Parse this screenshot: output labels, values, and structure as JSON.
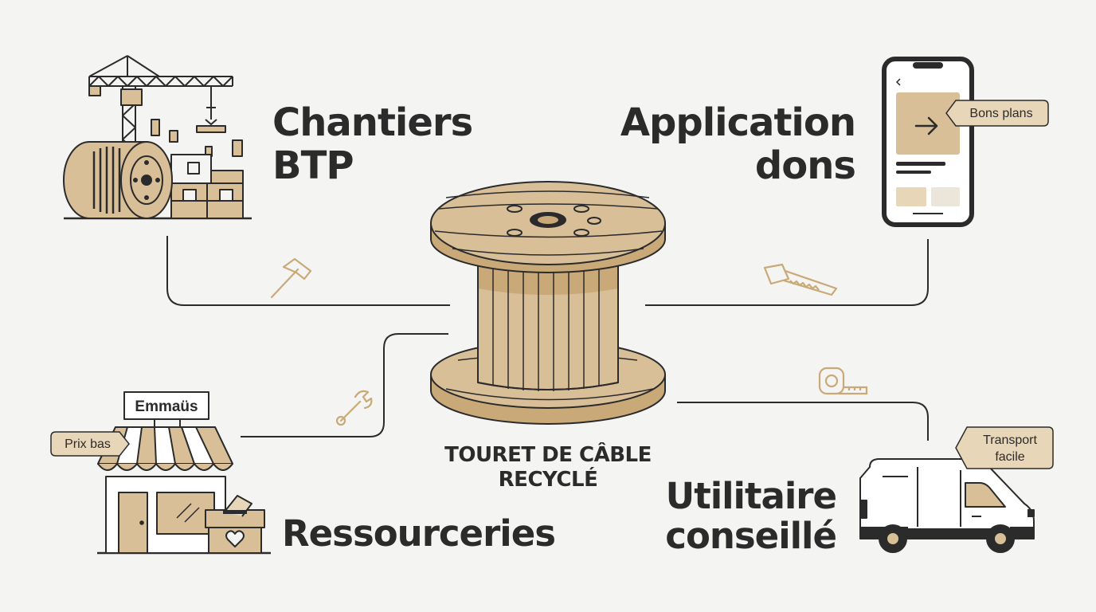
{
  "center": {
    "line1": "TOURET DE CÂBLE",
    "line2": "RECYCLÉ"
  },
  "nodes": {
    "chantiers": {
      "line1": "Chantiers",
      "line2": "BTP"
    },
    "application": {
      "line1": "Application",
      "line2": "dons",
      "tag": "Bons plans"
    },
    "ressourceries": {
      "line1": "Ressourceries",
      "sign": "Emmaüs",
      "tag": "Prix bas"
    },
    "utilitaire": {
      "line1": "Utilitaire",
      "line2": "conseillé",
      "tag_line1": "Transport",
      "tag_line2": "facile"
    }
  },
  "icons": {
    "chantiers": "crane-construction-icon",
    "application": "smartphone-app-icon",
    "ressourceries": "shop-store-icon",
    "utilitaire": "van-icon",
    "tools": [
      "hammer-icon",
      "saw-icon",
      "wrench-icon",
      "tape-measure-icon"
    ]
  },
  "colors": {
    "wood": "#d8bf98",
    "wood_light": "#e7d6b8",
    "stroke": "#2b2b2b",
    "accent": "#c9a978",
    "background": "#f4f4f2"
  }
}
